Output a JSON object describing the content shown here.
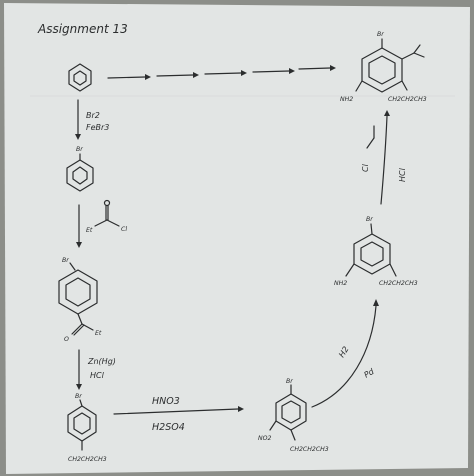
{
  "title": "Assignment 13",
  "compounds": {
    "start": {
      "substituents": []
    },
    "bromobenzene": {
      "top": "Br"
    },
    "acyl_product": {
      "top": "Br",
      "side_chain": [
        "O",
        "Et"
      ]
    },
    "ethyl_product": {
      "top": "Br",
      "bottom": "CH2CH2CH3"
    },
    "nitro_product": {
      "top": "Br",
      "left": "NO2",
      "bottom": "CH2CH2CH3"
    },
    "amine_product": {
      "top": "Br",
      "left": "NH2",
      "right": "CH2CH2CH3"
    },
    "final_product": {
      "top": "Br",
      "left": "NH2",
      "right": "CH2CH2CH3"
    }
  },
  "acyl_chloride": {
    "left": "Et",
    "right": "Cl"
  },
  "reagents": {
    "step1_line1": "Br2",
    "step1_line2": "FeBr3",
    "step3_line1": "Zn(Hg)",
    "step3_line2": "HCl",
    "step4_top": "HNO3",
    "step4_bottom": "H2SO4",
    "step5_a": "H2",
    "step5_b": "Pd",
    "step6_reagent": "Cl",
    "step6_acid": "HCl"
  },
  "colors": {
    "paper": "#e2e5e4",
    "background": "#8c8e89",
    "ink": "#2b2d2e"
  }
}
